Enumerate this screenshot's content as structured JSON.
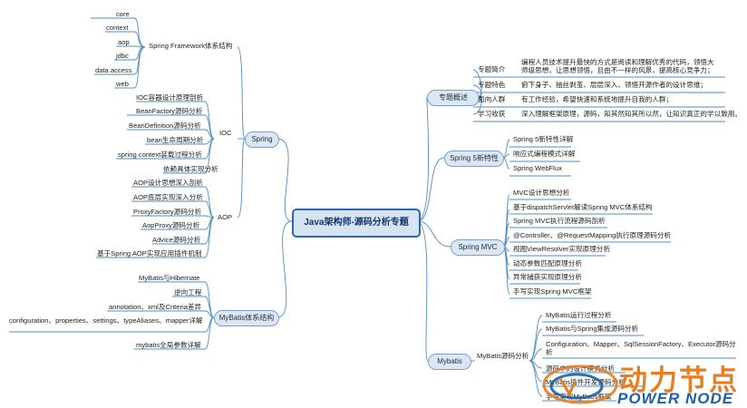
{
  "central": "Java架构师-源码分析专题",
  "spring": {
    "label": "Spring",
    "framework": {
      "label": "Spring Framework体系结构",
      "items": [
        "core",
        "context",
        "aop",
        "jdbc",
        "data access",
        "web"
      ]
    },
    "ioc": {
      "label": "IOC",
      "items": [
        "IOC容器设计原理剖析",
        "BeanFactory源码分析",
        "BeanDefinition源码分析",
        "bean生命周期分析",
        "spring context装载过程分析",
        "依赖具体实现分析"
      ]
    },
    "aop": {
      "label": "AOP",
      "items": [
        "AOP设计思想深入剖析",
        "AOP底层实现深入分析",
        "ProxyFactory源码分析",
        "AopProxy源码分析",
        "Advice源码分析",
        "基于Spring AOP实现应用插件机制"
      ]
    }
  },
  "mybatis_arch": {
    "label": "MyBatis体系结构",
    "items": [
      "MyBatis与Hibernate",
      "逆向工程",
      "annotation、xml及Criteria差异",
      "configuration、properties、settings、typeAliases、mapper详解",
      "mybatis全局参数详解"
    ]
  },
  "topic": {
    "label": "专题概述",
    "rows": [
      {
        "key": "专题简介",
        "value": "编程人员技术提升最快的方式是阅读和理解优秀的代码，领悟大师级思想，让思想领悟，且由不一样的风景，提高核心竞争力；"
      },
      {
        "key": "专题特色",
        "value": "俯下身子、抽丝剥茧、层层深入、领悟开源作者的设计思维；"
      },
      {
        "key": "面向人群",
        "value": "有工作经验，希望快速和系统地提升自我的人群；"
      },
      {
        "key": "学习收获",
        "value": "深入理解框架原理，源码，知其然知其所以然，让知识真正的学以致用。"
      }
    ]
  },
  "spring5": {
    "label": "Spring 5新特性",
    "items": [
      "Spring 5新特性详解",
      "响应式编程模式详解",
      "Spring WebFlux"
    ]
  },
  "springmvc": {
    "label": "Spring MVC",
    "items": [
      "MVC设计思想分析",
      "基于dispatchServlet解读Spring MVC体系结构",
      "Spring MVC执行流程源码剖析",
      "@Controller、@RequestMapping执行原理源码分析",
      "视图ViewResolver实现原理分析",
      "动态参数匹配原理分析",
      "异常捕获实现原理分析",
      "手写实现Spring MVC框架"
    ]
  },
  "mybatis": {
    "label": "Mybatis",
    "sub": "MyBatis源码分析",
    "items": [
      "MyBatis运行过程分析",
      "MyBatis与Spring集成源码分析",
      "Configuration、Mapper、SqlSessionFactory、Executor源码分析",
      "源码中的设计模式分析",
      "MyBatis插件开发源码分析",
      "手写实现MyBatis框架"
    ]
  },
  "watermark": {
    "cn": "动力节点",
    "en": "POWER NODE"
  },
  "colors": {
    "line": "#4f8fbf",
    "central_border": "#2f67b0",
    "logo_orange": "#e67e22",
    "logo_blue": "#1e5fa8"
  }
}
